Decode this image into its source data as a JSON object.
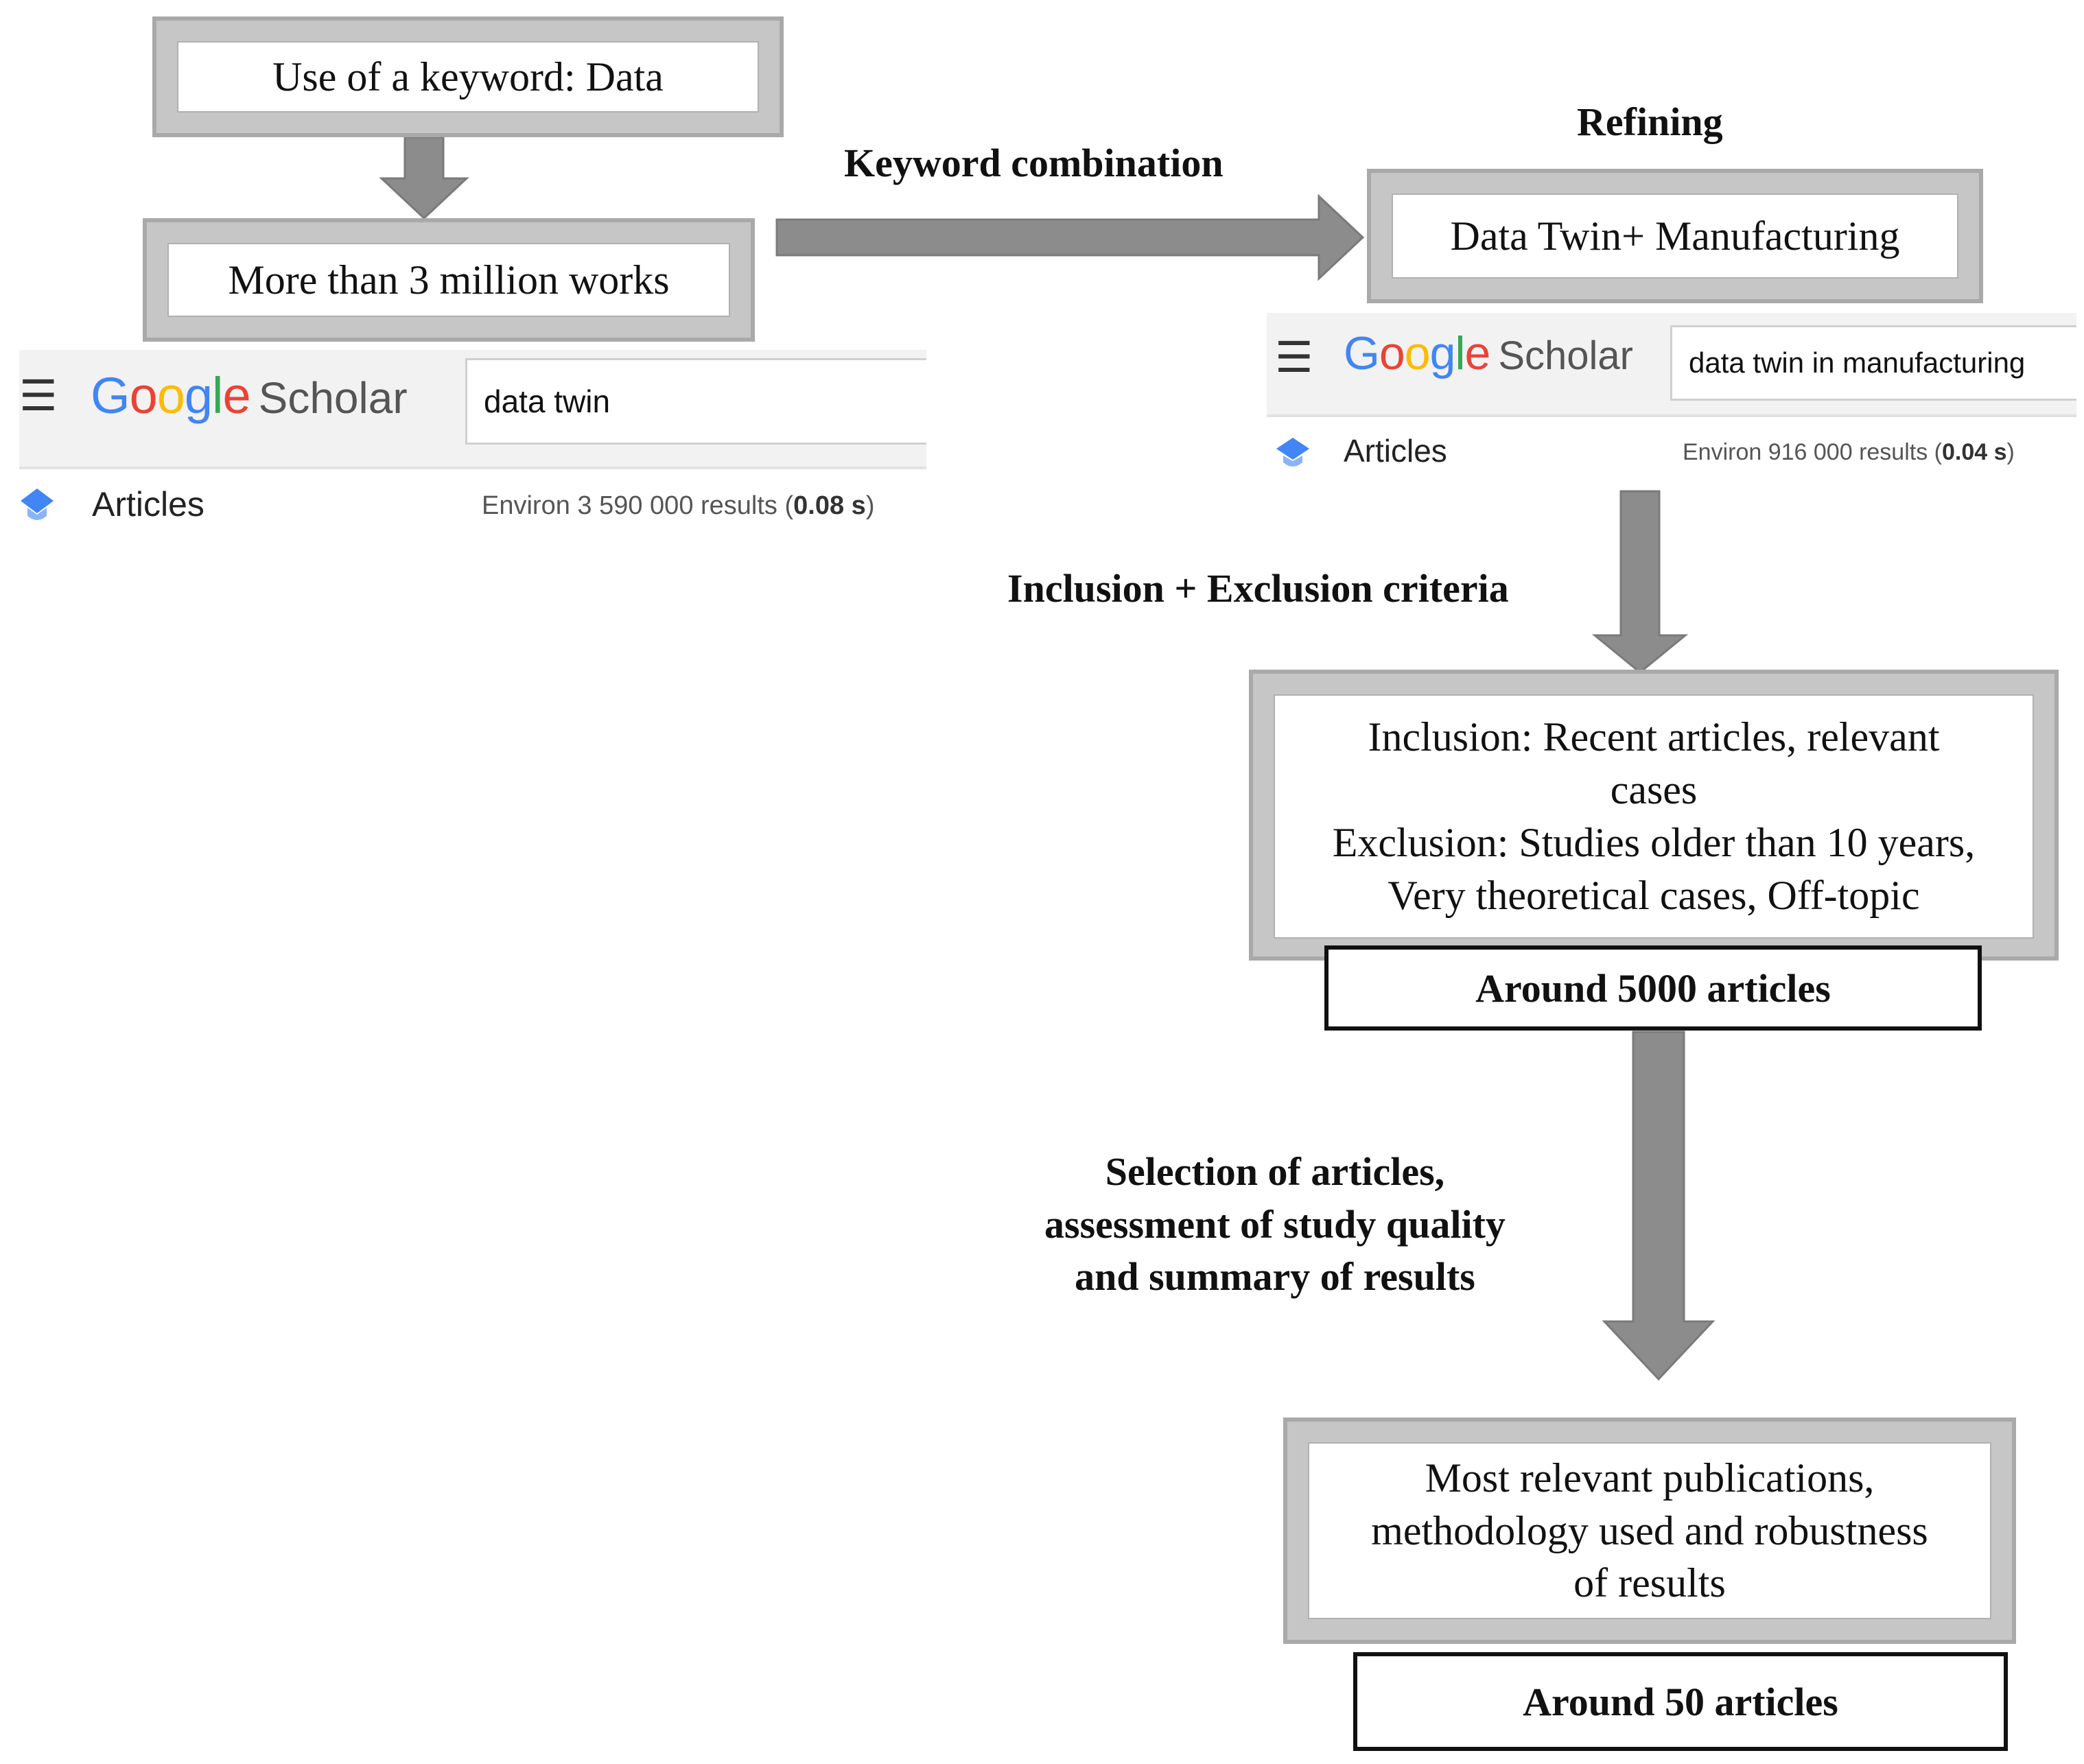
{
  "steps": {
    "keyword": "Use of a keyword: Data",
    "more_than": "More than 3 million works",
    "refined_query": "Data Twin+ Manufacturing",
    "criteria_lines": [
      "Inclusion: Recent articles, relevant",
      "cases",
      "Exclusion: Studies older than 10 years,",
      "Very theoretical cases, Off-topic"
    ],
    "around_5000": "Around 5000 articles",
    "final_lines": [
      "Most relevant publications,",
      "methodology used and robustness",
      "of results"
    ],
    "around_50": "Around 50 articles"
  },
  "labels": {
    "refining": "Refining",
    "keyword_combination": "Keyword combination",
    "inclusion_exclusion": "Inclusion + Exclusion criteria",
    "selection_lines": [
      "Selection of articles,",
      "assessment of study quality",
      "and summary of results"
    ]
  },
  "scholar_left": {
    "logo_letters": [
      "G",
      "o",
      "o",
      "g",
      "l",
      "e"
    ],
    "logo_suffix": "Scholar",
    "query": "data twin",
    "tab": "Articles",
    "results_prefix": "Environ 3 590 000 results (",
    "results_time": "0.08 s",
    "results_suffix": ")"
  },
  "scholar_right": {
    "logo_letters": [
      "G",
      "o",
      "o",
      "g",
      "l",
      "e"
    ],
    "logo_suffix": "Scholar",
    "query": "data twin in manufacturing",
    "tab": "Articles",
    "results_prefix": "Environ 916 000 results (",
    "results_time": "0.04 s",
    "results_suffix": ")"
  },
  "colors": {
    "box_fill": "#c6c6c6",
    "arrow_fill": "#8c8c8c",
    "google_blue": "#4285F4",
    "google_red": "#EA4335",
    "google_yellow": "#FBBC05",
    "google_green": "#34A853",
    "scholar_cap": "#4285F4"
  },
  "icons": {
    "menu": "hamburger-icon",
    "scholar_cap": "scholar-cap-icon"
  }
}
